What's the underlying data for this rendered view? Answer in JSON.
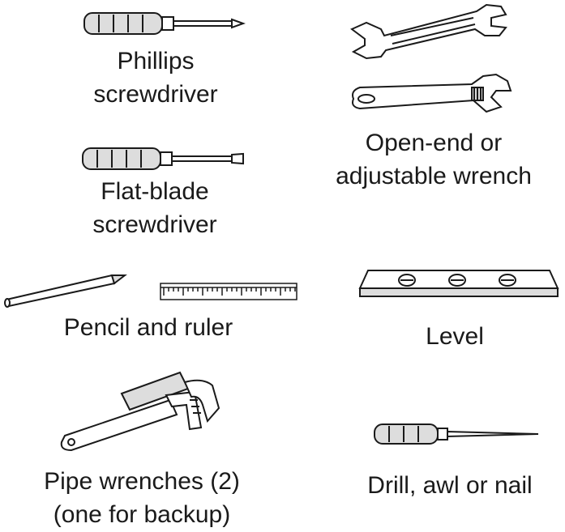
{
  "tools": [
    {
      "id": "phillips",
      "lines": [
        "Phillips",
        "screwdriver"
      ],
      "icon": "phillips-screwdriver-icon"
    },
    {
      "id": "flatblade",
      "lines": [
        "Flat-blade",
        "screwdriver"
      ],
      "icon": "flat-blade-screwdriver-icon"
    },
    {
      "id": "pencil",
      "lines": [
        "Pencil and ruler"
      ],
      "icon": "pencil-and-ruler-icon"
    },
    {
      "id": "pipe",
      "lines": [
        "Pipe wrenches (2)",
        "(one for backup)"
      ],
      "icon": "pipe-wrench-icon"
    },
    {
      "id": "wrench",
      "lines": [
        "Open-end or",
        "adjustable wrench"
      ],
      "icon": "wrench-icon"
    },
    {
      "id": "level",
      "lines": [
        "Level"
      ],
      "icon": "level-icon"
    },
    {
      "id": "drill",
      "lines": [
        "Drill, awl or nail"
      ],
      "icon": "awl-icon"
    }
  ],
  "colors": {
    "stroke": "#1a1a1a",
    "fill_light": "#dddddd",
    "background": "#ffffff"
  }
}
